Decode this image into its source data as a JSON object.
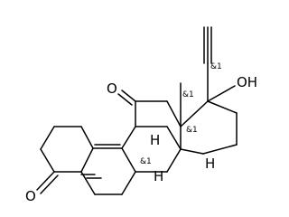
{
  "molecule": {
    "atoms": {
      "o3": "O",
      "o11": "O",
      "oh": "OH",
      "h8": "H",
      "h9": "H",
      "h14": "H"
    },
    "stereo": {
      "c8": "&1",
      "c13": "&1",
      "c14": "&1",
      "c17": "&1"
    }
  }
}
